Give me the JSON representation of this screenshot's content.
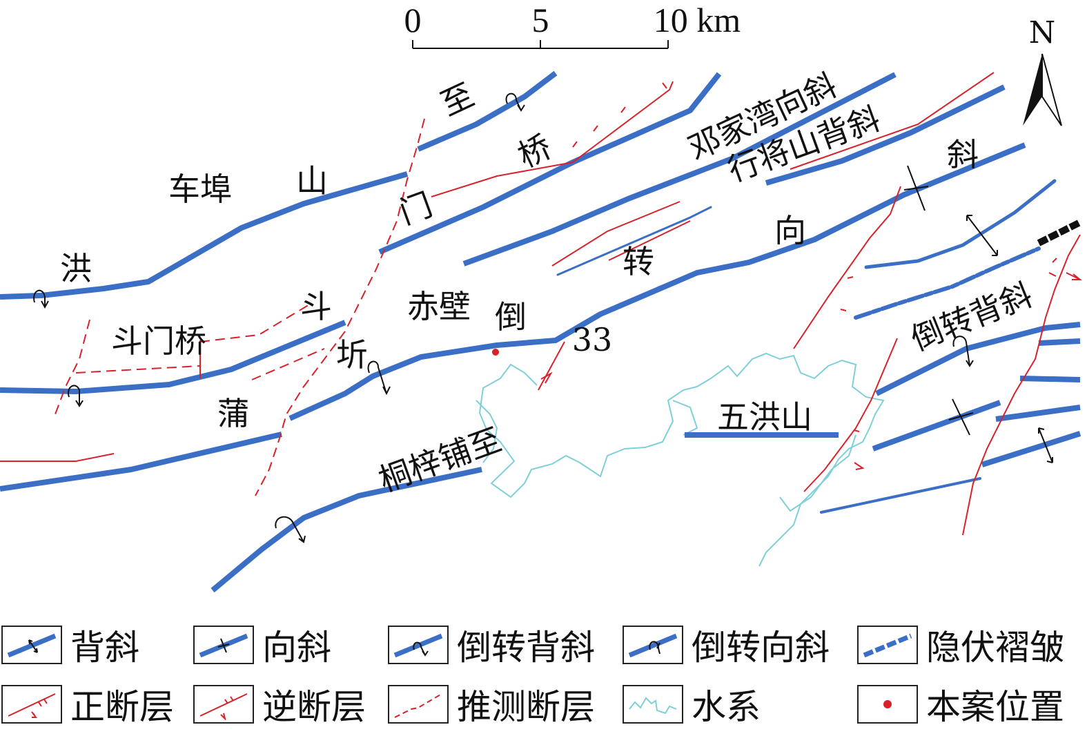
{
  "scale_bar": {
    "ticks": [
      "0",
      "5",
      "10 km"
    ]
  },
  "north_arrow": {
    "label": "N"
  },
  "place_labels": [
    {
      "id": "hong",
      "text": "洪"
    },
    {
      "id": "chebushan1",
      "text": "车埠"
    },
    {
      "id": "chebushan2",
      "text": "山"
    },
    {
      "id": "zhi1",
      "text": "至"
    },
    {
      "id": "qiao1",
      "text": "桥"
    },
    {
      "id": "men1",
      "text": "门"
    },
    {
      "id": "doumenqiao",
      "text": "斗门桥"
    },
    {
      "id": "dou2",
      "text": "斗"
    },
    {
      "id": "chibi",
      "text": "赤壁"
    },
    {
      "id": "dao1",
      "text": "倒"
    },
    {
      "id": "zhuan1",
      "text": "转"
    },
    {
      "id": "xiang1",
      "text": "向"
    },
    {
      "id": "xie1",
      "text": "斜"
    },
    {
      "id": "dengjiawan",
      "text": "邓家湾向斜"
    },
    {
      "id": "xingjiangshan",
      "text": "行将山背斜"
    },
    {
      "id": "pu",
      "text": "蒲"
    },
    {
      "id": "qi",
      "text": "圻"
    },
    {
      "id": "tongzipu",
      "text": "桐梓铺至"
    },
    {
      "id": "num33",
      "text": "33"
    },
    {
      "id": "wuhongshan",
      "text": "五洪山"
    },
    {
      "id": "daozhuanbeixie",
      "text": "倒转背斜"
    }
  ],
  "legend": {
    "items": [
      {
        "key": "anticline",
        "label": "背斜"
      },
      {
        "key": "syncline",
        "label": "向斜"
      },
      {
        "key": "overturned-anticline",
        "label": "倒转背斜"
      },
      {
        "key": "overturned-syncline",
        "label": "倒转向斜"
      },
      {
        "key": "concealed-fold",
        "label": "隐伏褶皱"
      },
      {
        "key": "normal-fault",
        "label": "正断层"
      },
      {
        "key": "reverse-fault",
        "label": "逆断层"
      },
      {
        "key": "inferred-fault",
        "label": "推测断层"
      },
      {
        "key": "water-system",
        "label": "水系"
      },
      {
        "key": "case-location",
        "label": "本案位置"
      }
    ]
  },
  "colors": {
    "fold": "#3b6fc6",
    "fault": "#d8212a",
    "water": "#7fcfd8",
    "ink": "#111111"
  }
}
